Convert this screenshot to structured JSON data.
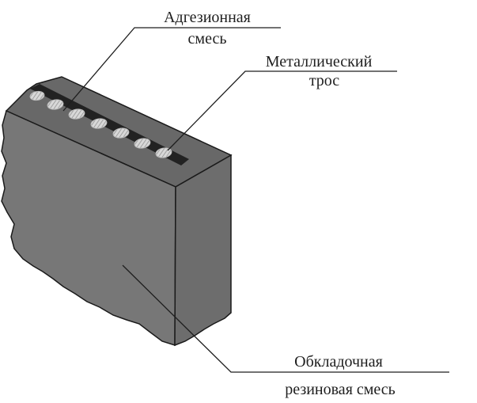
{
  "labels": {
    "adhesive_line1": "Адгезионная",
    "adhesive_line2": "смесь",
    "cable_line1": "Металлический",
    "cable_line2": "трос",
    "cover_line1": "Обкладочная",
    "cover_line2": "резиновая смесь"
  },
  "colors": {
    "front_face": "#777777",
    "side_face": "#6d6d6d",
    "top_face": "#686868",
    "adhesive_strip": "#222222",
    "cable_fill": "#cfcfcf",
    "outline": "#1a1a1a",
    "leader_line": "#1e1e1e"
  }
}
